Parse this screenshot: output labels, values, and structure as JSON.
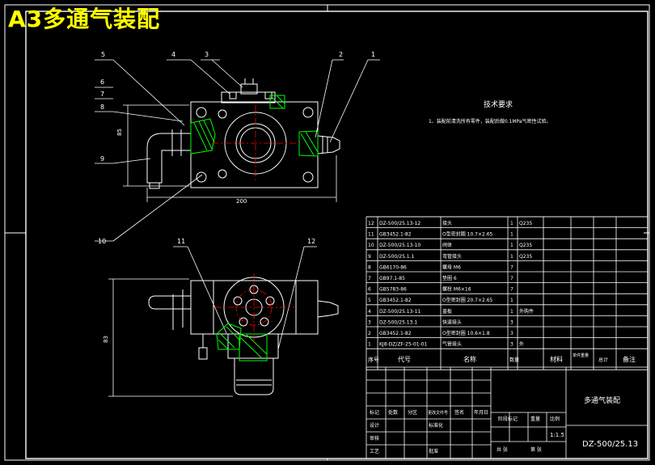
{
  "title": "A3多通气装配",
  "colors": {
    "background": "#000000",
    "frame": "#ffffff",
    "title": "#ffff00",
    "part_line": "#ffffff",
    "leader": "#ffffff",
    "hatch": "#00ff00",
    "centerline": "#ff0000",
    "dimension": "#ffffff"
  },
  "callouts": {
    "c1": "1",
    "c2": "2",
    "c3": "3",
    "c4": "4",
    "c5": "5",
    "c6": "6",
    "c7": "7",
    "c8": "8",
    "c9": "9",
    "c10": "10",
    "c11": "11",
    "c12": "12"
  },
  "dimensions": {
    "top_height": "85",
    "top_width": "200",
    "side_height": "83"
  },
  "tech_req": {
    "heading": "技术要求",
    "line": "1、装配前清洗所有零件，装配后做0.1MPa气密性试验。"
  },
  "bom": {
    "rows": [
      {
        "no": "12",
        "code": "DZ-500/25.13-12",
        "name": "接头",
        "qty": "1",
        "material": "Q235"
      },
      {
        "no": "11",
        "code": "GB3452.1-82",
        "name": "O型密封圈 10.7×2.65",
        "qty": "1",
        "material": ""
      },
      {
        "no": "10",
        "code": "DZ-500/25.13-10",
        "name": "阀体",
        "qty": "1",
        "material": "Q235"
      },
      {
        "no": "9",
        "code": "DZ-500/25.1.1",
        "name": "弯管接头",
        "qty": "1",
        "material": "Q235"
      },
      {
        "no": "8",
        "code": "GB6170-86",
        "name": "螺母 M6",
        "qty": "7",
        "material": ""
      },
      {
        "no": "7",
        "code": "GB97.1-85",
        "name": "垫圈 6",
        "qty": "7",
        "material": ""
      },
      {
        "no": "6",
        "code": "GB5783-86",
        "name": "螺栓 M6×16",
        "qty": "7",
        "material": ""
      },
      {
        "no": "5",
        "code": "GB3452.1-82",
        "name": "O型密封圈 20.7×2.65",
        "qty": "1",
        "material": ""
      },
      {
        "no": "4",
        "code": "DZ-500/25.13-11",
        "name": "盖板",
        "qty": "1",
        "material": "外购件"
      },
      {
        "no": "3",
        "code": "DZ-500/25.13.1",
        "name": "快速接头",
        "qty": "3",
        "material": ""
      },
      {
        "no": "2",
        "code": "GB3452.1-82",
        "name": "O型密封圈 10.6×1.8",
        "qty": "3",
        "material": ""
      },
      {
        "no": "1",
        "code": "KJ8-DZ/ZF-25-01-01",
        "name": "气管接头",
        "qty": "3",
        "material": "外"
      }
    ],
    "header": {
      "no": "序号",
      "code": "代号",
      "name": "名称",
      "qty": "数量",
      "material": "材料",
      "single_weight": "单件重量",
      "total_weight": "总计",
      "remark": "备注"
    }
  },
  "title_block": {
    "drawing_name": "多通气装配",
    "drawing_code": "DZ-500/25.13",
    "scale": "1:1.5",
    "mark": "标记",
    "qty_label": "处数",
    "zone": "分区",
    "change_doc": "更改文件号",
    "signature": "签名",
    "date": "年月日",
    "design": "设计",
    "standardize": "标准化",
    "stage_mark": "阶段标记",
    "weight": "重量",
    "scale_label": "比例",
    "check": "审核",
    "process": "工艺",
    "approve": "批准",
    "sheet": "共 张",
    "sheet_no": "第 张"
  }
}
